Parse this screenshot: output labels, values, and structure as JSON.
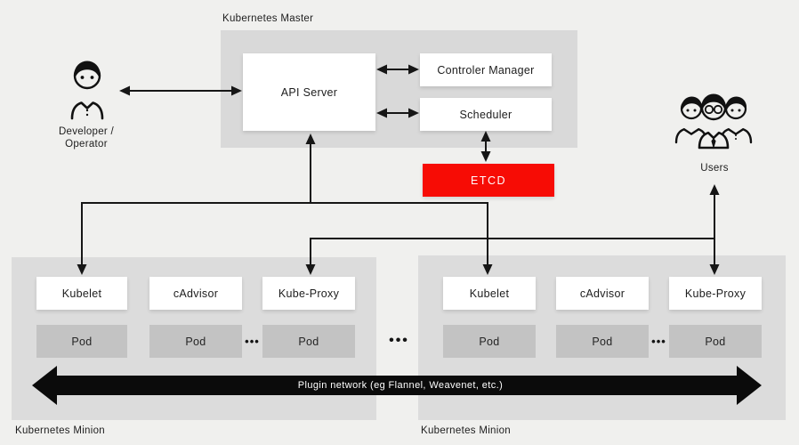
{
  "master": {
    "label": "Kubernetes Master",
    "api_server": "API Server",
    "controller_manager": "Controler Manager",
    "scheduler": "Scheduler"
  },
  "etcd": {
    "label": "ETCD",
    "color": "#f70c05"
  },
  "developer": {
    "label_line1": "Developer /",
    "label_line2": "Operator"
  },
  "users": {
    "label": "Users"
  },
  "minions": [
    {
      "label": "Kubernetes Minion",
      "services": [
        "Kubelet",
        "cAdvisor",
        "Kube-Proxy"
      ],
      "pods": [
        "Pod",
        "Pod",
        "Pod"
      ],
      "pod_ellipsis": "•••"
    },
    {
      "label": "Kubernetes Minion",
      "services": [
        "Kubelet",
        "cAdvisor",
        "Kube-Proxy"
      ],
      "pods": [
        "Pod",
        "Pod",
        "Pod"
      ],
      "pod_ellipsis": "•••"
    }
  ],
  "minion_separator_ellipsis": "•••",
  "network": {
    "label": "Plugin network (eg Flannel, Weavenet, etc.)"
  }
}
